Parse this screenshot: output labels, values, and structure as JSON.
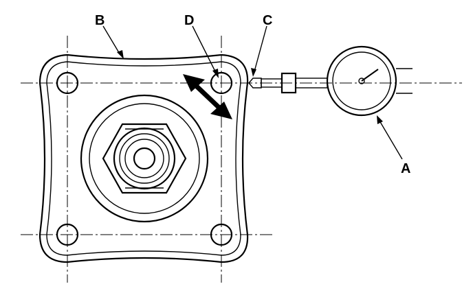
{
  "labels": {
    "a": "A",
    "b": "B",
    "c": "C",
    "d": "D"
  },
  "colors": {
    "ink": "#000000",
    "paper": "#ffffff"
  },
  "icons": {
    "dial_indicator": "dial-indicator-icon",
    "direction_arrow": "double-headed-arrow-icon"
  }
}
